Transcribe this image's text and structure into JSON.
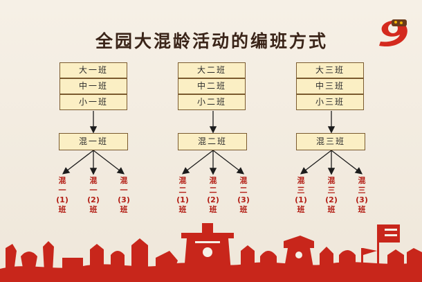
{
  "title": "全园大混龄活动的编班方式",
  "groups": [
    {
      "classes": [
        "大一班",
        "中一班",
        "小一班"
      ],
      "mixed": "混一班",
      "subs": [
        [
          "混",
          "一",
          "(1)",
          "班"
        ],
        [
          "混",
          "一",
          "(2)",
          "班"
        ],
        [
          "混",
          "一",
          "(3)",
          "班"
        ]
      ]
    },
    {
      "classes": [
        "大二班",
        "中二班",
        "小二班"
      ],
      "mixed": "混二班",
      "subs": [
        [
          "混",
          "二",
          "(1)",
          "班"
        ],
        [
          "混",
          "二",
          "(2)",
          "班"
        ],
        [
          "混",
          "二",
          "(3)",
          "班"
        ]
      ]
    },
    {
      "classes": [
        "大三班",
        "中三班",
        "小三班"
      ],
      "mixed": "混三班",
      "subs": [
        [
          "混",
          "三",
          "(1)",
          "班"
        ],
        [
          "混",
          "三",
          "(2)",
          "班"
        ],
        [
          "混",
          "三",
          "(3)",
          "班"
        ]
      ]
    }
  ],
  "colors": {
    "box_fill": "#fbefc4",
    "box_border": "#7a5a2e",
    "sub_text": "#b31d14",
    "paper_cut": "#c8261b"
  },
  "icons": [
    "nine-logo-icon",
    "paper-cut-procession-banner"
  ]
}
